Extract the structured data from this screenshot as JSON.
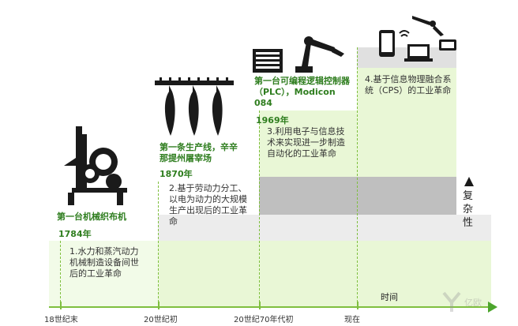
{
  "stages": [
    {
      "title": "第一台机械织布机",
      "year": "1784年",
      "description": "1.水力和蒸汽动力机械制造设备间世后的工业革命"
    },
    {
      "title": "第一条生产线，辛辛那提州屠宰场",
      "year": "1870年",
      "description": "2.基于劳动力分工、以电为动力的大规模生产出现后的工业革命"
    },
    {
      "title": "第一台可编程逻辑控制器（PLC），Modicon 084",
      "year": "1969年",
      "description": "3.利用电子与信息技术来实现进一步制造自动化的工业革命"
    },
    {
      "title": "",
      "year": "",
      "description": "4.基于信息物理融合系统（CPS）的工业革命"
    }
  ],
  "axis": {
    "x_label": "时间",
    "y_label": "复杂性",
    "ticks": [
      "18世纪末",
      "20世纪初",
      "20世纪70年代初",
      "现在"
    ]
  },
  "colors": {
    "green": "#2e7d1e",
    "axis_green": "#7fbf3f",
    "band_grey": "#bfbfbf",
    "band_green": "#e9f7d6"
  },
  "watermark": "亿欧"
}
